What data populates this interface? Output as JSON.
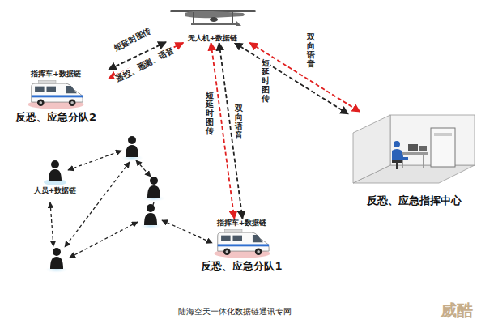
{
  "diagram": {
    "caption": "陆海空天一体化数据链通讯专网",
    "nodes": [
      {
        "text": [
          "无人机+数据链"
        ]
      },
      {
        "text": [
          "指挥车+数据链",
          "反恐、应急分队2"
        ]
      },
      {
        "text": [
          "人员+数据链"
        ]
      },
      {
        "text": [
          "指挥车+数据链",
          "反恐、应急分队1"
        ]
      },
      {
        "text": [
          "反恐、应急指挥中心"
        ]
      }
    ],
    "edges": [
      {
        "from": 0,
        "to": 1,
        "arrow": "both",
        "label": "短延时图传"
      },
      {
        "from": 0,
        "to": 1,
        "arrow": "both",
        "label": "遥控、遥测、语音"
      },
      {
        "from": 0,
        "to": 3,
        "arrow": "both",
        "label": "短延时图传"
      },
      {
        "from": 0,
        "to": 3,
        "arrow": "both",
        "label": "双向语音"
      },
      {
        "from": 0,
        "to": 4,
        "arrow": "both",
        "label": "双向语音"
      },
      {
        "from": 0,
        "to": 4,
        "arrow": "both",
        "label": "短延时图传"
      }
    ],
    "labels": [
      "威酷"
    ]
  }
}
